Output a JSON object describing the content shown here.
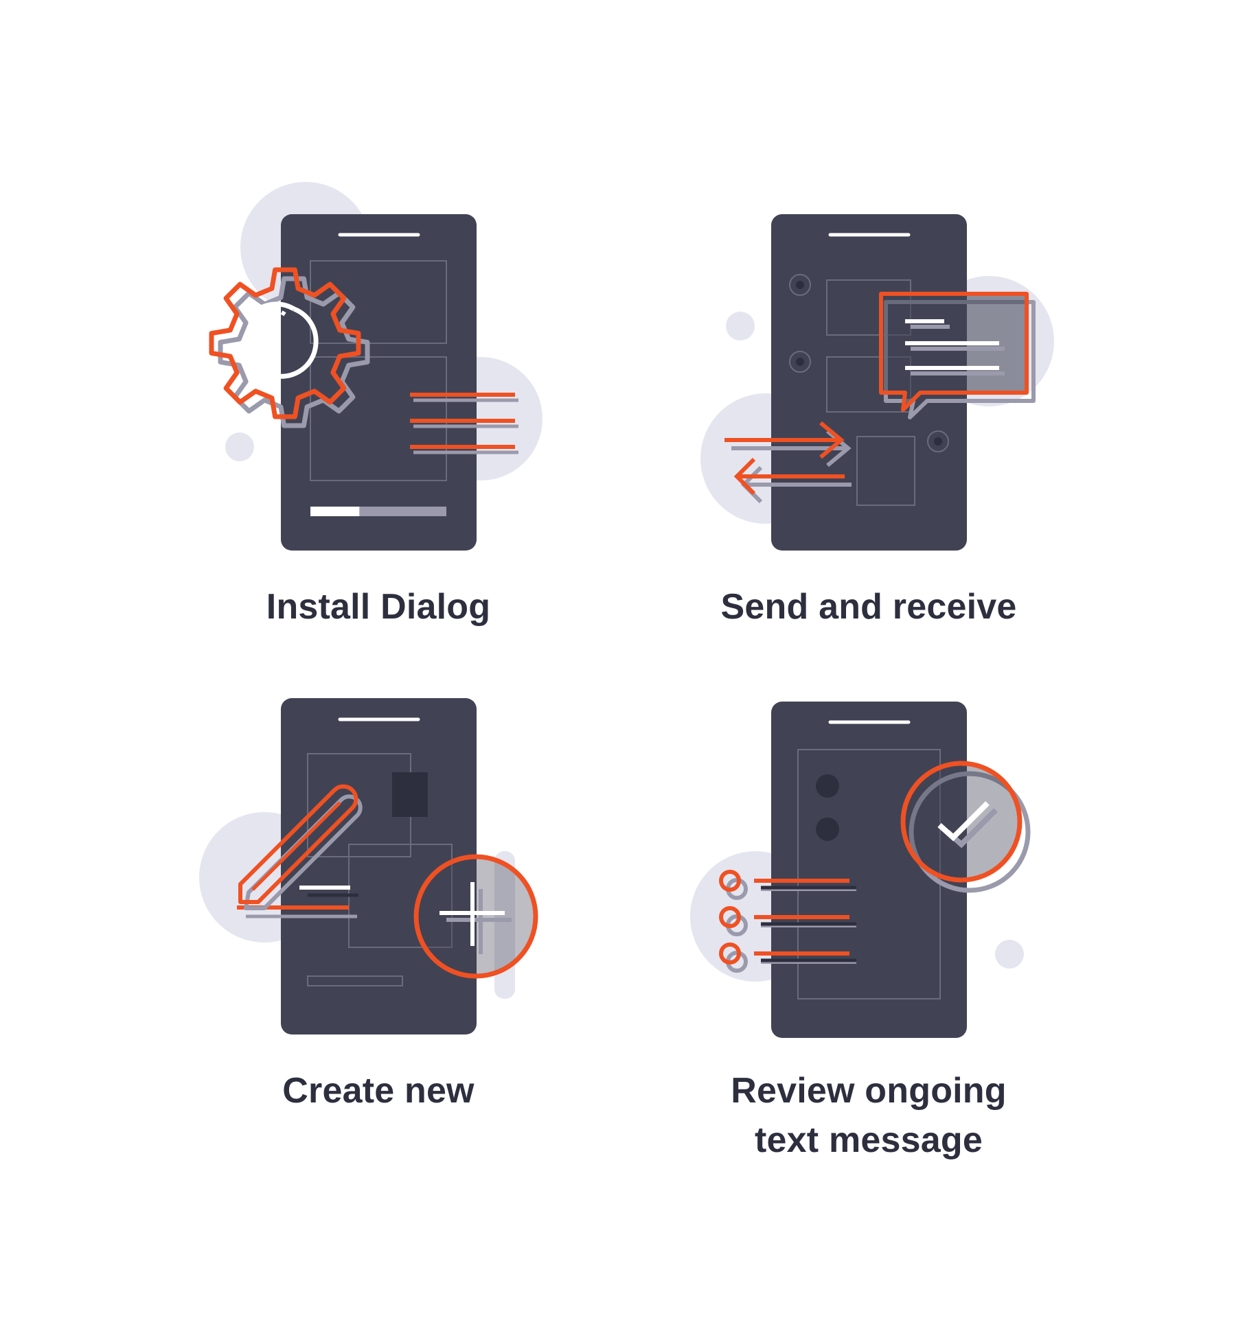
{
  "illustrations": [
    {
      "id": "install",
      "caption_lines": [
        "Install Dialog"
      ]
    },
    {
      "id": "send",
      "caption_lines": [
        "Send and receive"
      ]
    },
    {
      "id": "create",
      "caption_lines": [
        "Create new"
      ]
    },
    {
      "id": "review",
      "caption_lines": [
        "Review ongoing",
        "text message"
      ]
    }
  ],
  "colors": {
    "phone": "#414354",
    "accent": "#ef5123",
    "blob": "#e5e5f0",
    "shadow": "#9a9aac",
    "outline": "#6a6c7e",
    "text": "#2d2f3f"
  },
  "icons": {
    "install": "gear-icon",
    "send": [
      "chat-bubble-icon",
      "arrows-exchange-icon"
    ],
    "create": [
      "pencil-icon",
      "plus-circle-icon"
    ],
    "review": [
      "checkmark-circle-icon",
      "checklist-icon"
    ]
  },
  "install_progress": 0.36
}
